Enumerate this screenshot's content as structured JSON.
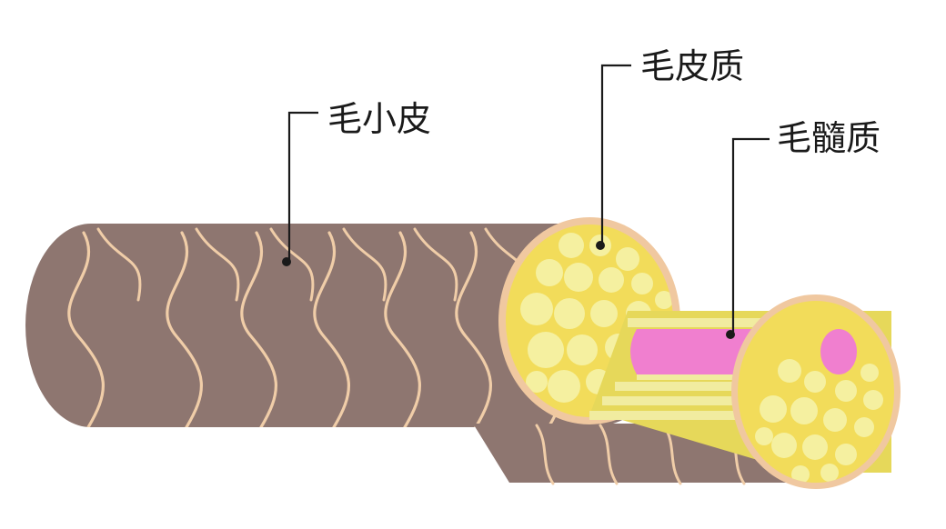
{
  "labels": {
    "cuticle": "毛小皮",
    "cortex": "毛皮质",
    "medulla": "毛髓质"
  },
  "colors": {
    "cuticle_fill": "#8e7670",
    "cuticle_edge": "#6f5a55",
    "scale_line": "#f0cda8",
    "cortex_base": "#f2dc5a",
    "cortex_cell": "#f5f0a0",
    "cortex_rim": "#f0c8a0",
    "fiber_light": "#f1eca0",
    "fiber_dark": "#e6d85a",
    "medulla": "#f07fcf",
    "leader": "#1a1a1a"
  }
}
